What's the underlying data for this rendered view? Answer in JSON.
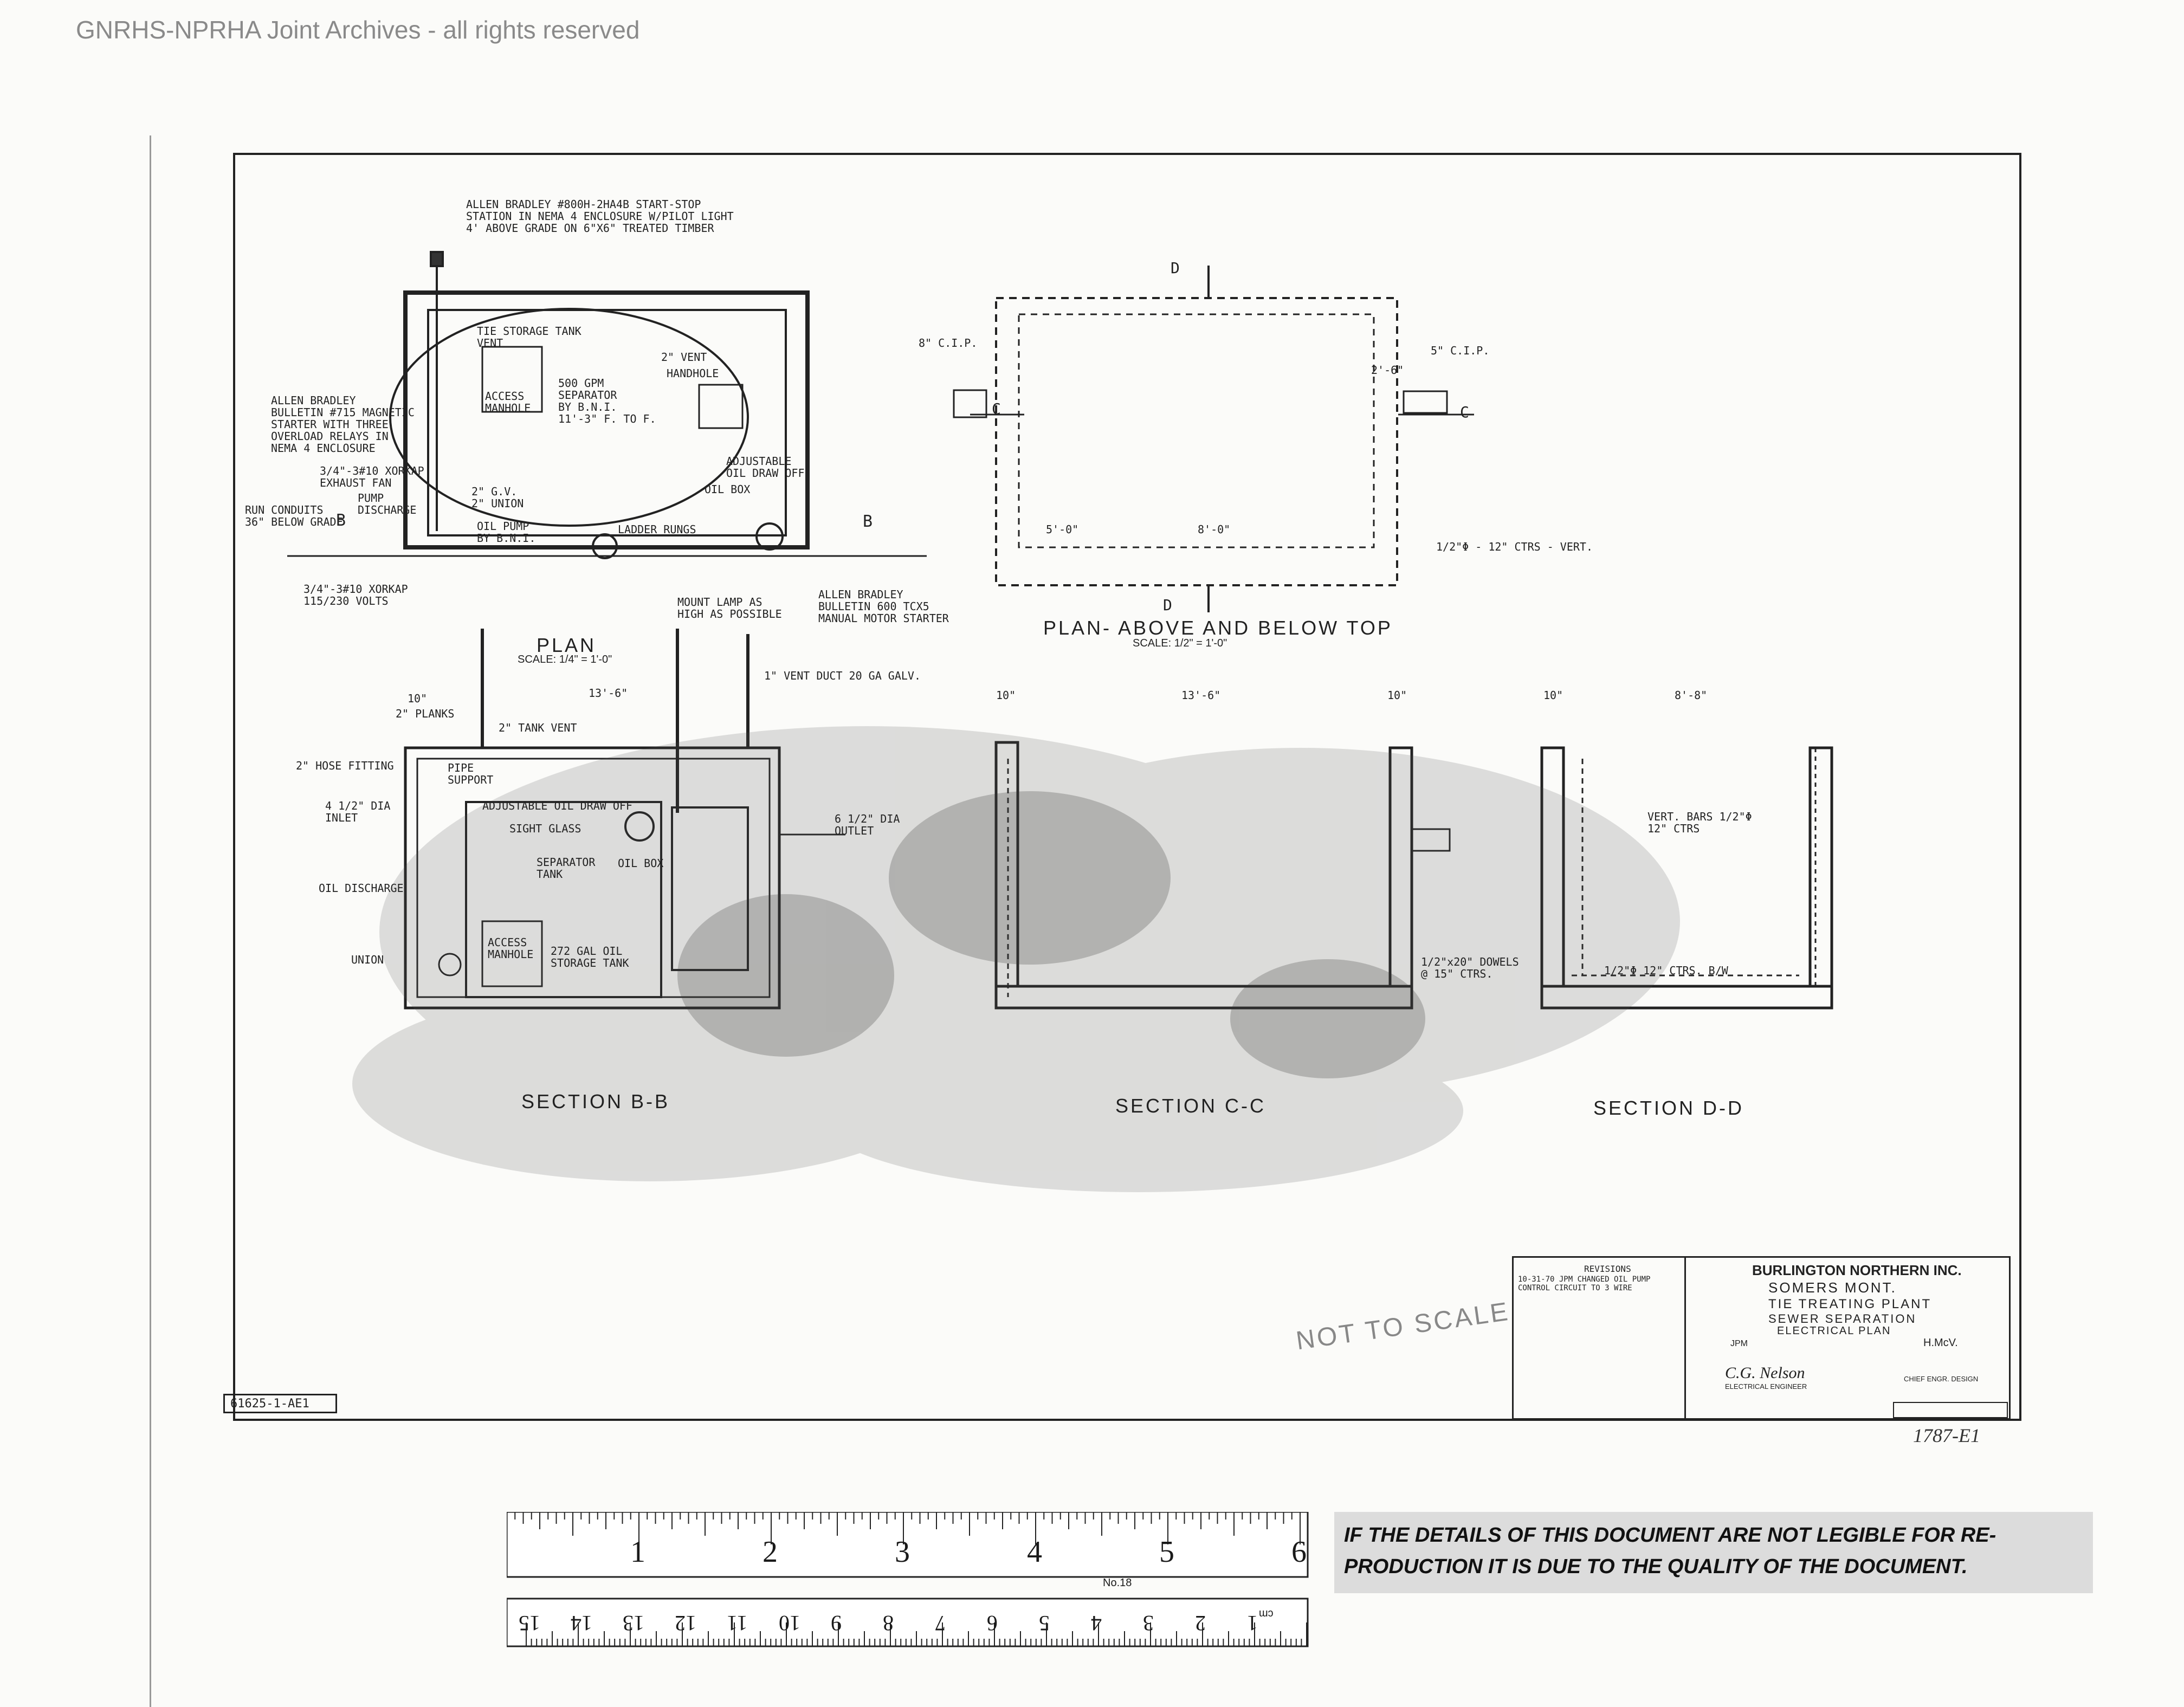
{
  "watermark": "GNRHS-NPRHA Joint Archives - all rights reserved",
  "plan_view": {
    "title": "PLAN",
    "scale": "SCALE: 1/4\" = 1'-0\"",
    "labels": [
      "ALLEN BRADLEY #800H-2HA4B START-STOP\nSTATION IN NEMA 4 ENCLOSURE W/PILOT LIGHT\n4' ABOVE GRADE ON 6\"X6\" TREATED TIMBER",
      "TIE STORAGE TANK\nVENT",
      "2\" VENT",
      "HANDHOLE",
      "ACCESS\nMANHOLE",
      "500 GPM\nSEPARATOR\nBY B.N.I.\n11'-3\" F. TO F.",
      "ALLEN BRADLEY\nBULLETIN #715 MAGNETIC\nSTARTER WITH THREE\nOVERLOAD RELAYS IN\nNEMA 4 ENCLOSURE",
      "3/4\"-3#10 XORKAP\nEXHAUST FAN",
      "PUMP\nDISCHARGE",
      "RUN CONDUITS\n36\" BELOW GRADE",
      "2\" G.V.\n2\" UNION",
      "OIL PUMP\nBY B.N.I.",
      "ADJUSTABLE\nOIL DRAW OFF",
      "OIL BOX",
      "LADDER RUNGS",
      "3/4\"-3#10 XORKAP\n115/230 VOLTS",
      "ALLEN BRADLEY\nBULLETIN 600 TCX5\nMANUAL MOTOR STARTER",
      "MOUNT LAMP AS\nHIGH AS POSSIBLE",
      "B",
      "B"
    ]
  },
  "plan_above": {
    "title": "PLAN- ABOVE AND BELOW TOP",
    "scale": "SCALE: 1/2\" = 1'-0\"",
    "labels": [
      "D",
      "D",
      "C",
      "C",
      "8\" C.I.P.",
      "5\" C.I.P.",
      "5'-0\"",
      "8'-0\"",
      "2'-6\"",
      "1/2\"Φ - 12\" CTRS - VERT."
    ]
  },
  "section_bb": {
    "title": "SECTION B-B",
    "labels": [
      "10\"",
      "13'-6\"",
      "2\" PLANKS",
      "2\" TANK VENT",
      "1\" VENT DUCT 20 GA GALV.",
      "2\" HOSE FITTING",
      "PIPE\nSUPPORT",
      "ADJUSTABLE OIL DRAW OFF",
      "4 1/2\" DIA\nINLET",
      "SIGHT GLASS",
      "6 1/2\" DIA\nOUTLET",
      "SEPARATOR\nTANK",
      "OIL BOX",
      "OIL DISCHARGE",
      "ACCESS\nMANHOLE",
      "272 GAL OIL\nSTORAGE TANK",
      "UNION"
    ]
  },
  "section_cc": {
    "title": "SECTION C-C",
    "labels": [
      "10\"",
      "13'-6\"",
      "10\"",
      "1/2\"x20\" DOWELS\n@ 15\" CTRS."
    ]
  },
  "section_dd": {
    "title": "SECTION D-D",
    "labels": [
      "10\"",
      "8'-8\"",
      "VERT. BARS 1/2\"Φ\n12\" CTRS",
      "1/2\"Φ 12\" CTRS. B/W"
    ]
  },
  "title_block": {
    "revisions_heading": "REVISIONS",
    "revision_1": "10-31-70 JPM CHANGED OIL PUMP\nCONTROL CIRCUIT TO 3 WIRE",
    "company": "BURLINGTON NORTHERN INC.",
    "location": "SOMERS MONT.",
    "facility": "TIE TREATING PLANT",
    "project": "SEWER SEPARATION",
    "sheet_title": "ELECTRICAL PLAN",
    "drawn_by": "JPM",
    "approved": "H.McV.",
    "engineer_signature": "C.G. Nelson",
    "engineer_title": "ELECTRICAL ENGINEER",
    "chief_title": "CHIEF ENGR. DESIGN",
    "sheet_ref": "1787-E1"
  },
  "drawing_number": "61625-1-AE1",
  "not_to_scale_stamp": "NOT TO SCALE",
  "ruler": {
    "inch_labels": [
      "1",
      "2",
      "3",
      "4",
      "5",
      "6"
    ],
    "cm_labels": [
      "15",
      "14",
      "13",
      "12",
      "11",
      "10",
      "9",
      "8",
      "7",
      "6",
      "5",
      "4",
      "3",
      "2",
      "1"
    ],
    "cm_unit": "cm",
    "model": "No.18"
  },
  "legibility_notice": {
    "line1": "IF THE DETAILS OF THIS DOCUMENT ARE NOT LEGIBLE FOR RE-",
    "line2": "PRODUCTION IT IS DUE TO THE QUALITY OF THE DOCUMENT."
  }
}
